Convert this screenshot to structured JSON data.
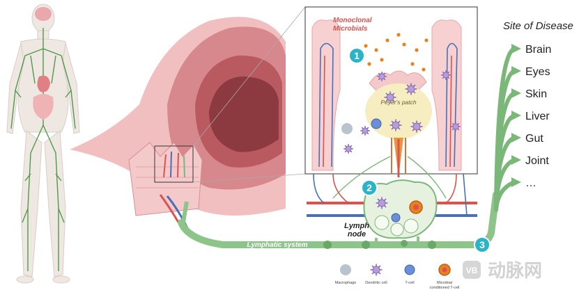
{
  "diagram": {
    "colors": {
      "lymph_green": "#7cb77a",
      "lymph_dark": "#4e8f52",
      "gut_pink": "#f2b6b8",
      "gut_dark": "#c9686c",
      "artery_red": "#d9534f",
      "vein_blue": "#4b6fb5",
      "step_teal": "#2bb3c9",
      "patch_yellow": "#f6eec0",
      "microbe_orange": "#e8821e",
      "dendritic_purple": "#8a6bb5",
      "tcell_blue": "#6a8fd8",
      "macrophage_gray": "#b9c3cc"
    },
    "labels": {
      "monoclonal_microbials": "Monoclonal\nMicrobials",
      "peyers_patch": "Peyer's patch",
      "lymph_node": "Lymph\nnode",
      "lymphatic_system": "Lymphatic system"
    },
    "steps": [
      "1",
      "2",
      "3"
    ],
    "site_of_disease": {
      "title": "Site of Disease",
      "items": [
        "Brain",
        "Eyes",
        "Skin",
        "Liver",
        "Gut",
        "Joint",
        "…"
      ]
    },
    "legend": [
      {
        "label": "Macrophage",
        "icon": "macrophage-icon"
      },
      {
        "label": "Dendritic cell",
        "icon": "dendritic-cell-icon"
      },
      {
        "label": "T-cell",
        "icon": "t-cell-icon"
      },
      {
        "label": "Microbial\nconditioned T-cell",
        "icon": "conditioned-t-cell-icon"
      }
    ],
    "watermark": "动脉网",
    "watermark_logo": "VB"
  }
}
